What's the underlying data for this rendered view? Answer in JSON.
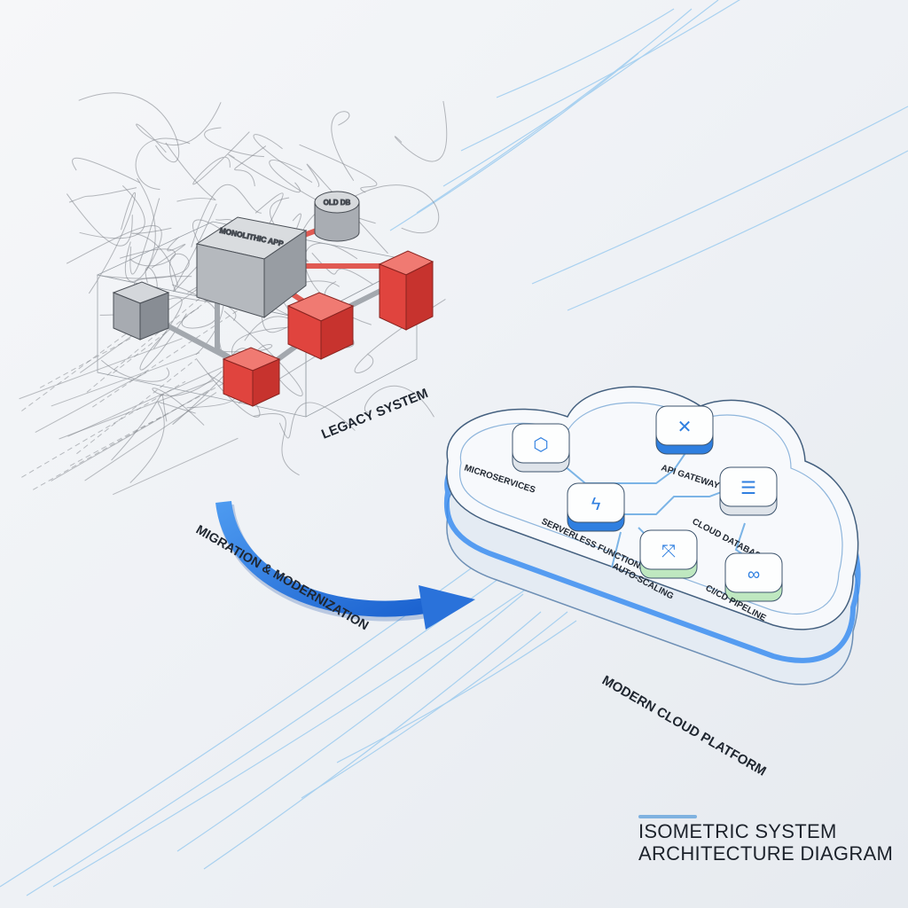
{
  "legacy": {
    "label": "LEGACY SYSTEM",
    "monolith_label": "MONOLITHIC APP",
    "old_db_label": "OLD DB"
  },
  "migration": {
    "label": "MIGRATION & MODERNIZATION"
  },
  "cloud": {
    "label": "MODERN CLOUD PLATFORM",
    "services": [
      {
        "label": "MICROSERVICES",
        "icon": "nodes-icon"
      },
      {
        "label": "API GATEWAY",
        "icon": "arrows-cross-icon"
      },
      {
        "label": "SERVERLESS FUNCTIONS",
        "icon": "lightning-icon"
      },
      {
        "label": "CLOUD DATABASE",
        "icon": "database-icon"
      },
      {
        "label": "AUTO-SCALING",
        "icon": "expand-arrows-icon"
      },
      {
        "label": "CI/CD PIPELINE",
        "icon": "infinity-icon"
      }
    ]
  },
  "caption": {
    "line1": "ISOMETRIC SYSTEM",
    "line2": "ARCHITECTURE DIAGRAM"
  },
  "colors": {
    "legacy_red": "#e0443e",
    "legacy_gray": "#b9bdc3",
    "accent_blue": "#2f7fe0",
    "green": "#bfe8c0"
  }
}
